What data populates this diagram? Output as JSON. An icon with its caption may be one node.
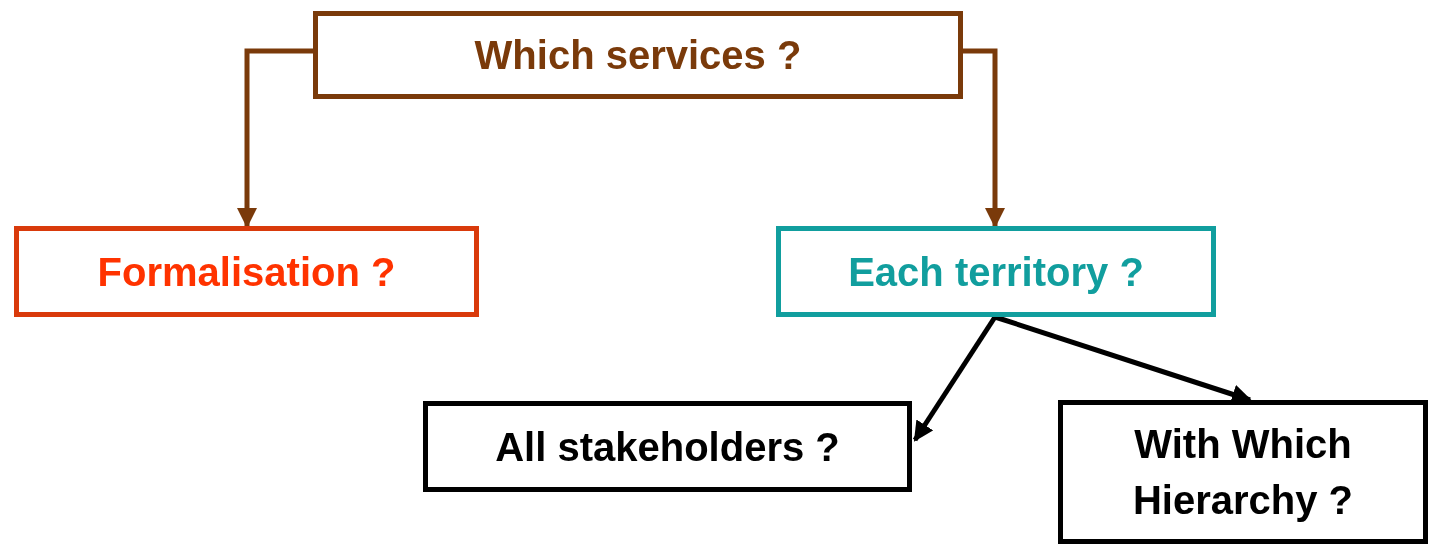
{
  "diagram": {
    "nodes": [
      {
        "text": [
          "Which services ?"
        ]
      },
      {
        "text": [
          "Formalisation ?"
        ]
      },
      {
        "text": [
          "Each territory ?"
        ]
      },
      {
        "text": [
          "All stakeholders ?"
        ]
      },
      {
        "text": [
          "With Which Hierarchy ?"
        ]
      }
    ],
    "edges": [
      {
        "from": 0,
        "to": 1,
        "arrow": "to",
        "color": "#7a3a0a"
      },
      {
        "from": 0,
        "to": 2,
        "arrow": "to",
        "color": "#7a3a0a"
      },
      {
        "from": 2,
        "to": 3,
        "arrow": "to",
        "color": "#000000"
      },
      {
        "from": 2,
        "to": 4,
        "arrow": "to",
        "color": "#000000"
      }
    ]
  }
}
